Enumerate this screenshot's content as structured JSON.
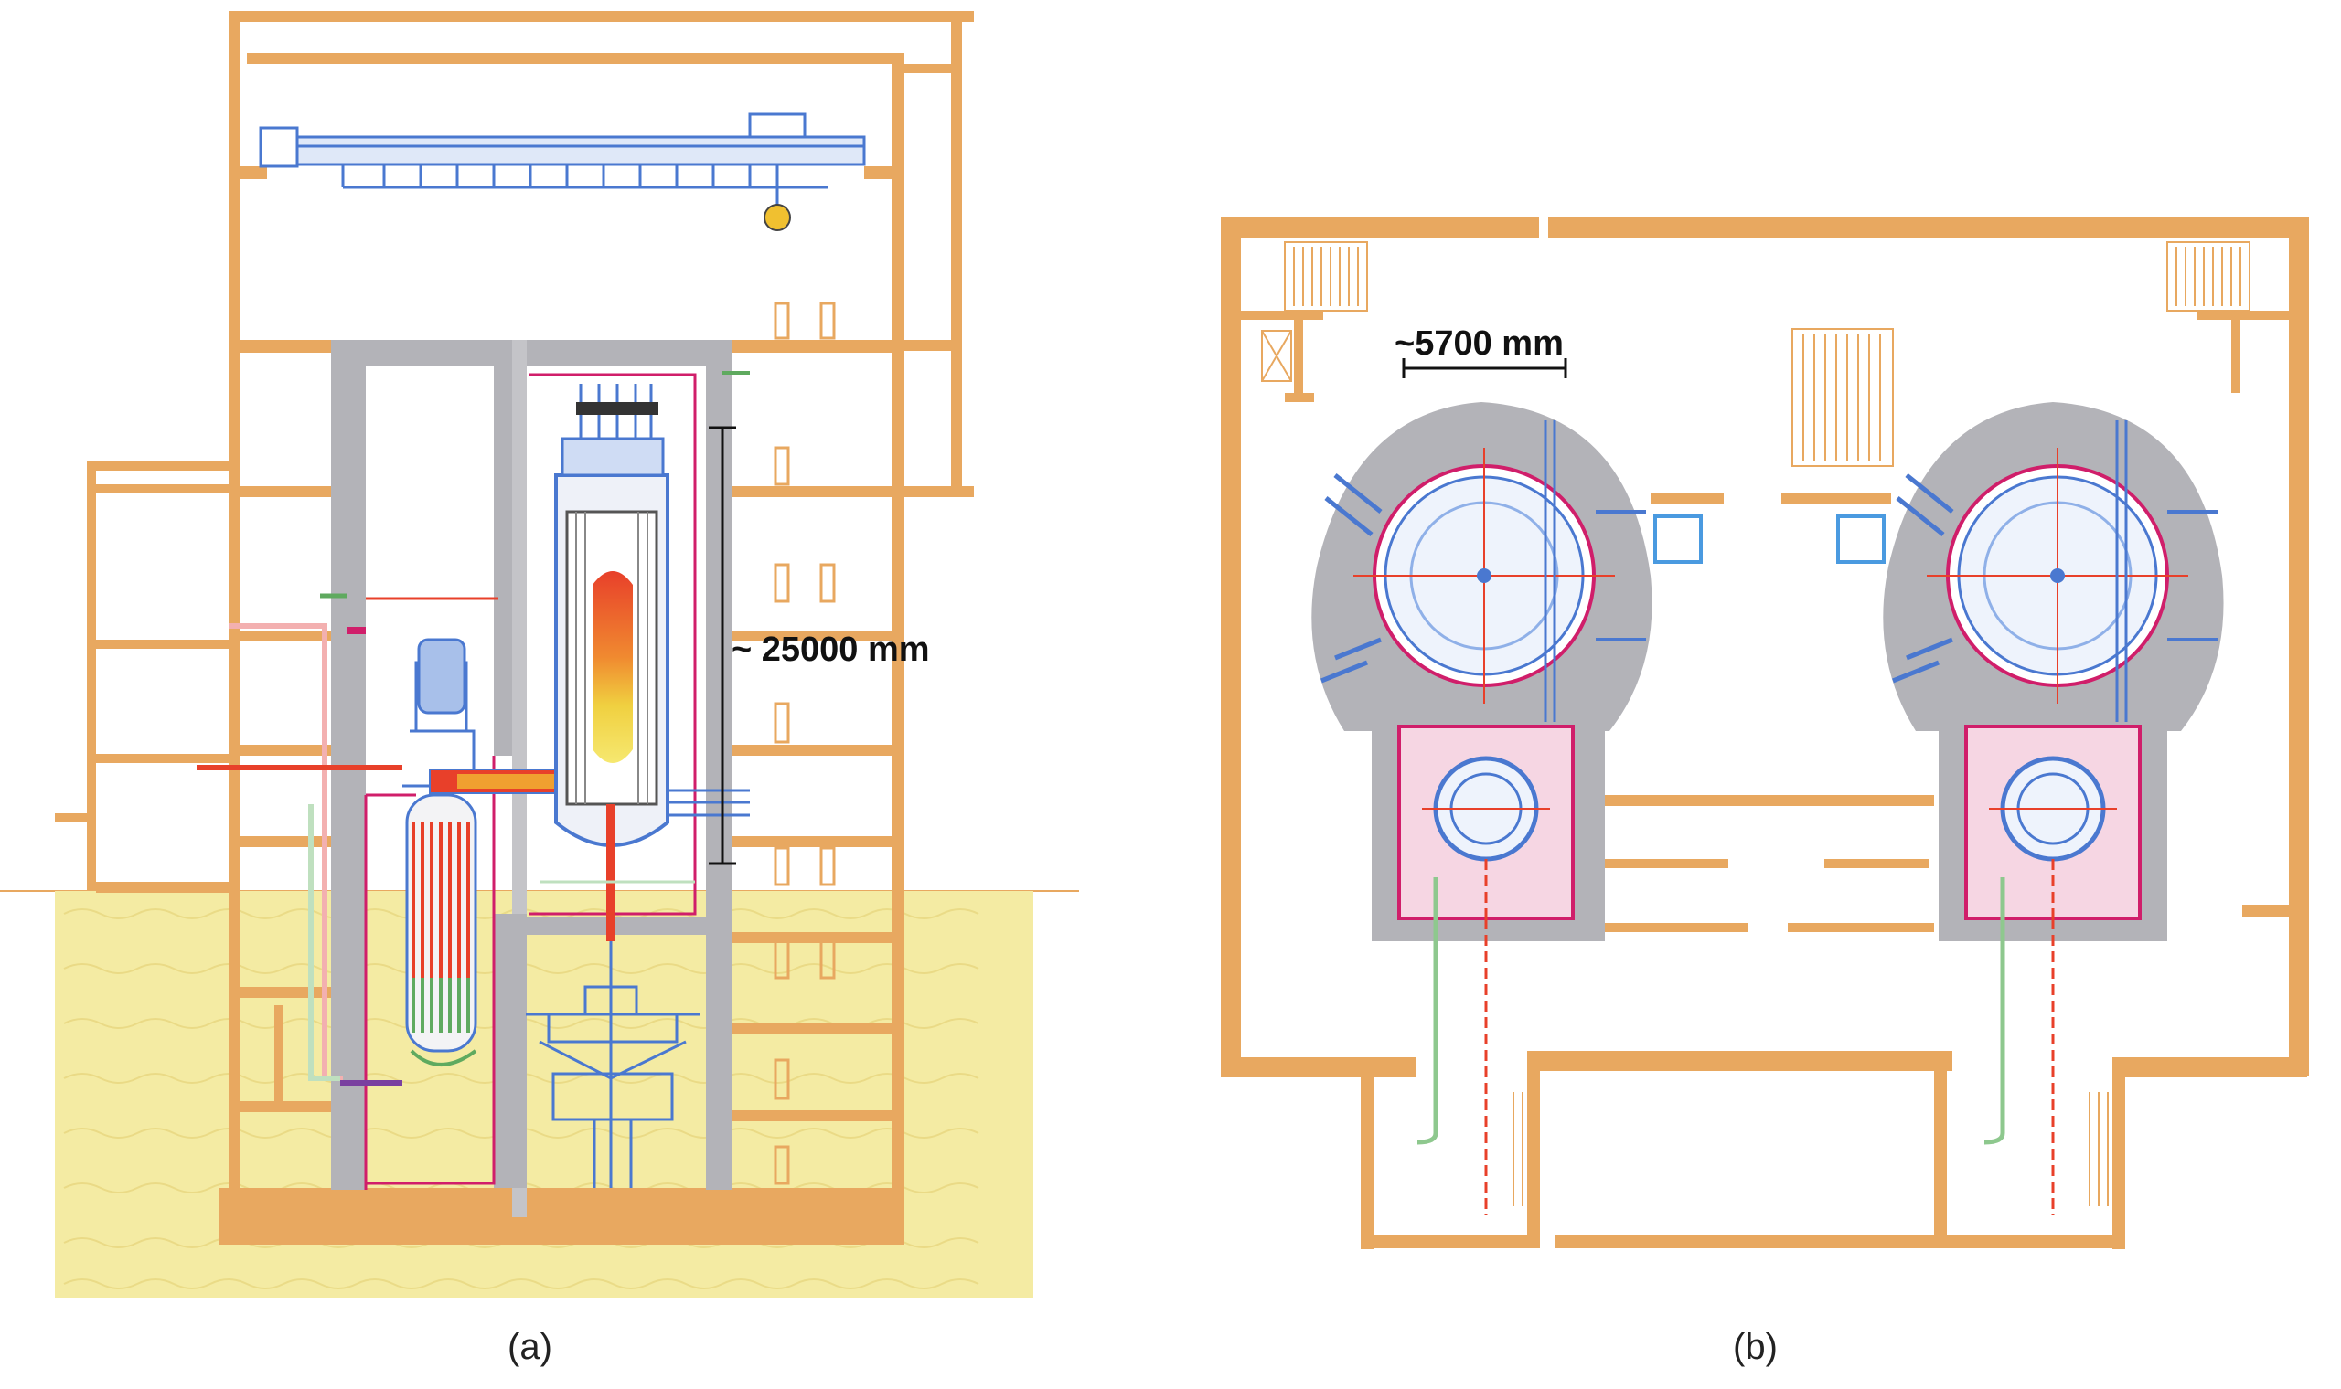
{
  "panel_a": {
    "caption": "(a)",
    "height_label": "~ 25000 mm"
  },
  "panel_b": {
    "caption": "(b)",
    "width_label": "~5700 mm"
  },
  "colors": {
    "wall": "#e8a860",
    "concrete": "#b3b3b8",
    "soil": "#f4eba3",
    "equipment": "#4a78d0",
    "hot": "#e8402a",
    "core": "#f0d040",
    "boundary": "#d01e6a",
    "cold": "#5faa5f"
  }
}
